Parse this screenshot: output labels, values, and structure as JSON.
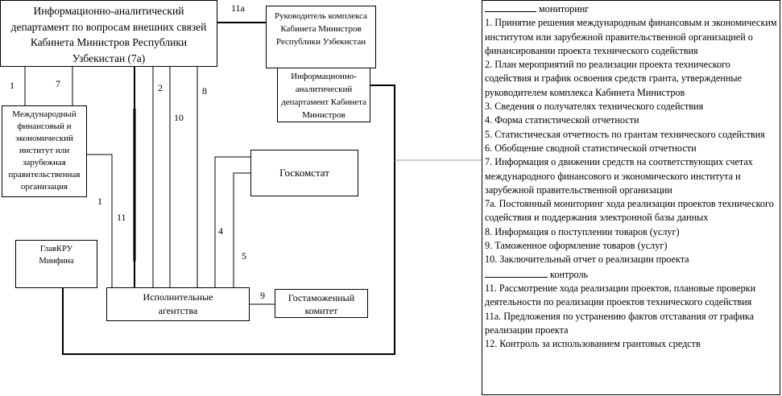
{
  "boxes": {
    "info_dept_foreign": "Информационно-аналитический департамент по вопросам внешних связей Кабинета Министров Республики Узбекистан (7а)",
    "head_complex": "Руководитель комплекса Кабинета Министров Республики  Узбекистан",
    "info_dept_cabinet": "Информационно-аналитический департамент Кабинета Министров",
    "intl_institute": "Международный финансовый и экономический институт или зарубежная правительственная организация",
    "goskomstat": "Госкомстат",
    "glavkru": "ГлавКРУ Минфина",
    "executive_agencies": "Исполнительные агентства",
    "customs": "Гостаможенный комитет"
  },
  "edge_labels": {
    "l11a": "11а",
    "l1a": "1",
    "l7": "7",
    "l2": "2",
    "l8": "8",
    "l10": "10",
    "l1b": "1",
    "l11": "11",
    "l4": "4",
    "l5": "5",
    "l9": "9"
  },
  "legend": {
    "monitoring_heading": "мониторинг",
    "monitoring_items": [
      "1. Принятие решения международным финансовым и экономическим институтом или зарубежной правительственной организацией о финансировании проекта технического содействия",
      "2. План мероприятий по реализации проекта технического содействия и график освоения средств гранта, утвержденные руководителем комплекса Кабинета Министров",
      "3. Сведения о получателях технического содействия",
      "4. Форма статистической отчетности",
      "5. Статистическая отчетность по грантам технического содействия",
      "6. Обобщение сводной статистической отчетности",
      "7. Информация о движении средств на соответствующих счетах международного финансового и экономического  института и зарубежной правительственной организации",
      "7а. Постоянный мониторинг хода реализации проектов технического содействия и поддержания электронной базы данных",
      "8. Информация о поступлении товаров (услуг)",
      "9. Таможенное оформление товаров (услуг)",
      "10. Заключительный отчет о реализации проекта"
    ],
    "control_heading": "контроль",
    "control_items": [
      "11. Рассмотрение хода реализации проектов, плановые проверки деятельности по реализации проектов технического содействия",
      "11а. Предложения по устранению фактов отставания от графика реализации проекта",
      "12. Контроль за использованием грантовых средств"
    ]
  }
}
